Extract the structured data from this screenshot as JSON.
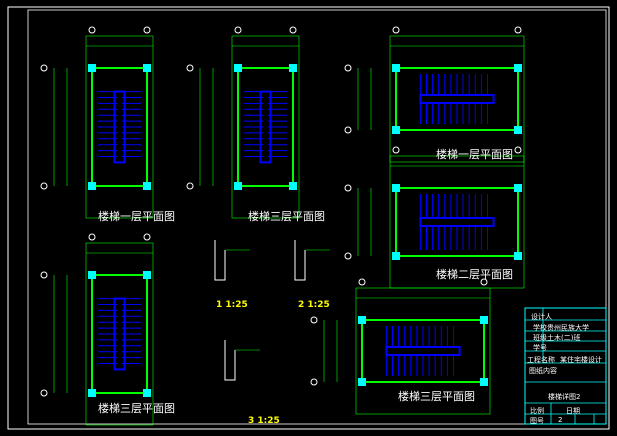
{
  "drawing": {
    "plans": [
      {
        "title": "楼梯一层平面图"
      },
      {
        "title": "楼梯三层平面图"
      },
      {
        "title": "楼梯一层平面图"
      },
      {
        "title": "楼梯二层平面图"
      },
      {
        "title": "楼梯三层平面图"
      },
      {
        "title": "楼梯三层平面图"
      }
    ],
    "details": [
      {
        "number": "1",
        "scale": "1:25"
      },
      {
        "number": "2",
        "scale": "1:25"
      },
      {
        "number": "3",
        "scale": "1:25"
      }
    ]
  },
  "title_block": {
    "designer_label": "设计人",
    "school_label": "学校",
    "school": "贵州民族大学",
    "class_label": "班级",
    "class": "土木(二)班",
    "student_id_label": "学号",
    "project_label": "工程名称",
    "project": "某住宅楼设计",
    "content_label": "图纸内容",
    "drawing_name": "楼梯详图2",
    "scale_label": "比例",
    "date_label": "日期",
    "sheet_label": "图号",
    "sheet": "2"
  },
  "colors": {
    "frame": "#ffffff",
    "dim": "#00ff00",
    "wall": "#0000ff",
    "col": "#00ffff",
    "text": "#ffffff"
  }
}
